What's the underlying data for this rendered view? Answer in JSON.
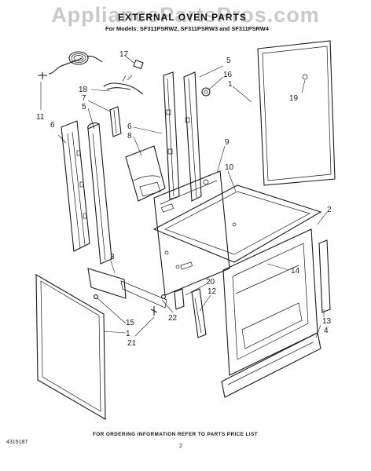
{
  "watermark": "AppliancePartsPros.com",
  "title": "EXTERNAL OVEN PARTS",
  "models": "For Models: SF311PSRW2, SF311PSRW3 and SF311PSRW4",
  "footer": "FOR ORDERING INFORMATION REFER TO PARTS PRICE LIST",
  "part_number": "4315187",
  "page_number": "2",
  "callouts": {
    "c1a": "1",
    "c1b": "1",
    "c2": "2",
    "c3": "3",
    "c4": "4",
    "c5a": "5",
    "c5b": "5",
    "c6a": "6",
    "c6b": "6",
    "c7": "7",
    "c8": "8",
    "c9": "9",
    "c10": "10",
    "c11": "11",
    "c12": "12",
    "c13": "13",
    "c14": "14",
    "c15": "15",
    "c16": "16",
    "c17": "17",
    "c18": "18",
    "c19": "19",
    "c20": "20",
    "c21": "21",
    "c22": "22"
  }
}
